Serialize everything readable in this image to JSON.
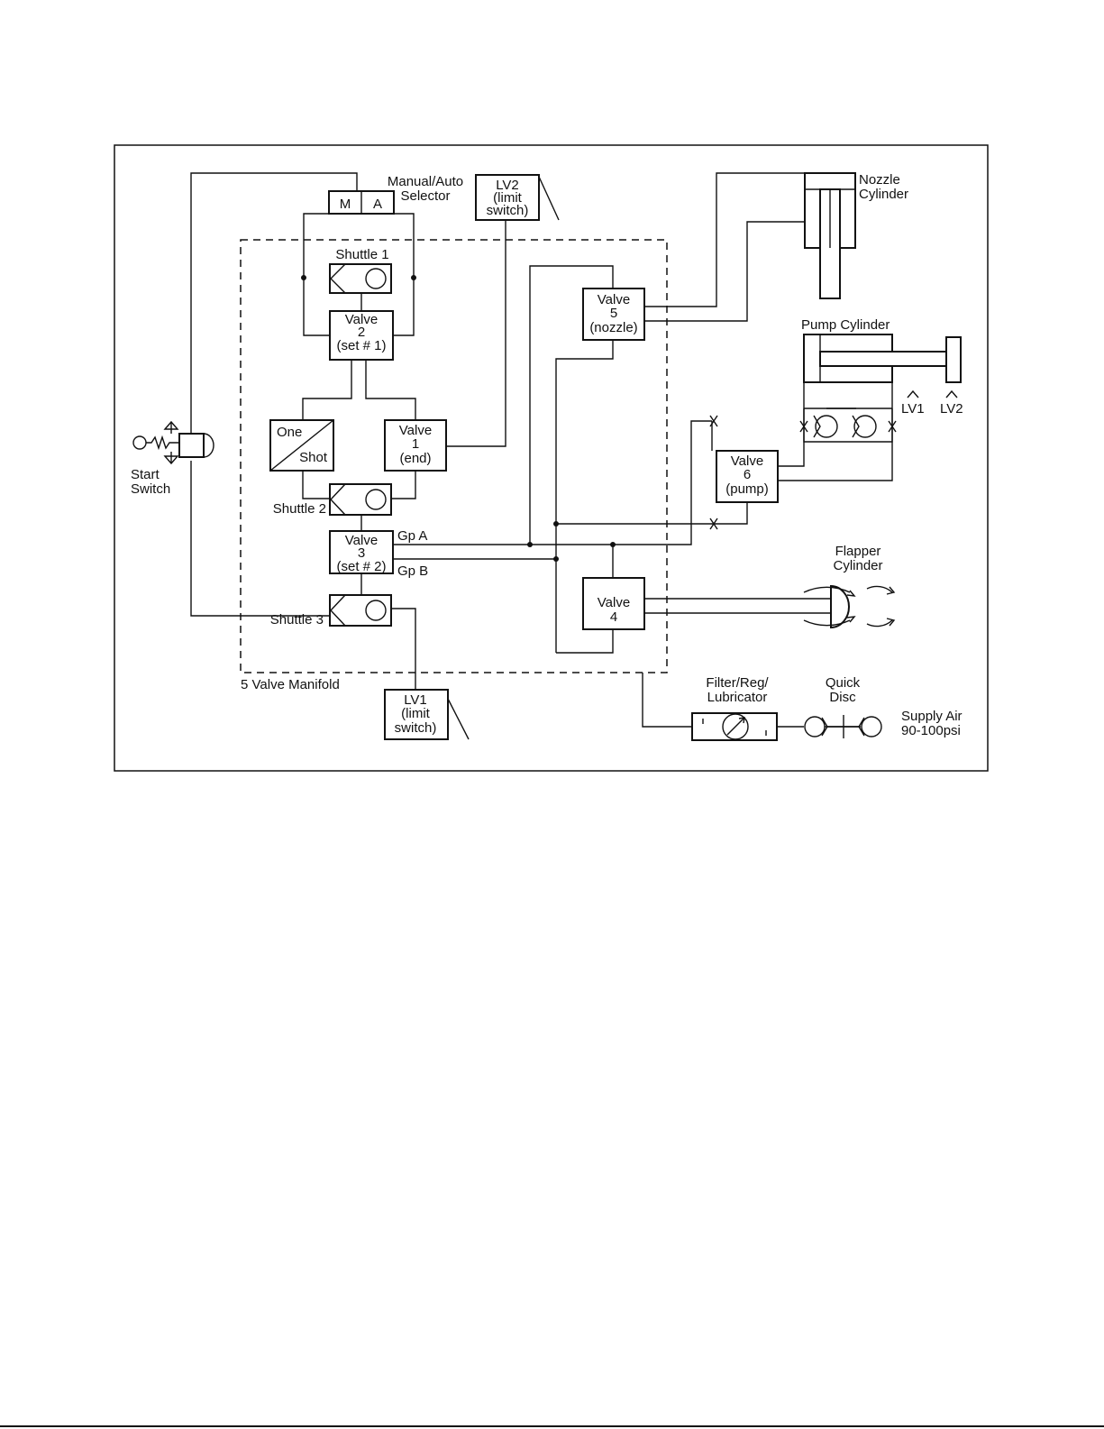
{
  "labels": {
    "manual_auto": "Manual/Auto",
    "selector": "Selector",
    "selector_m": "M",
    "selector_a": "A",
    "lv2_box": [
      "LV2",
      "(limit",
      "switch)"
    ],
    "lv1_box": [
      "LV1",
      "(limit",
      "switch)"
    ],
    "nozzle": "Nozzle",
    "cylinder": "Cylinder",
    "pump_cylinder": "Pump Cylinder",
    "lv1_mark": "LV1",
    "lv2_mark": "LV2",
    "shuttle1": "Shuttle 1",
    "shuttle2": "Shuttle 2",
    "shuttle3": "Shuttle 3",
    "valve1": [
      "Valve",
      "1",
      "(end)"
    ],
    "valve2": [
      "Valve",
      "2",
      "(set # 1)"
    ],
    "valve3": [
      "Valve",
      "3",
      "(set # 2)"
    ],
    "valve4": [
      "Valve",
      "4"
    ],
    "valve5": [
      "Valve",
      "5",
      "(nozzle)"
    ],
    "valve6": [
      "Valve",
      "6",
      "(pump)"
    ],
    "one": "One",
    "shot": "Shot",
    "start": "Start",
    "switch": "Switch",
    "gp_a": "Gp A",
    "gp_b": "Gp B",
    "flapper": "Flapper",
    "flapper_cylinder": "Cylinder",
    "manifold": "5 Valve Manifold",
    "filter": "Filter/Reg/",
    "lubricator": "Lubricator",
    "quick": "Quick",
    "disc": "Disc",
    "supply_air": "Supply Air",
    "supply_psi": "90-100psi"
  }
}
